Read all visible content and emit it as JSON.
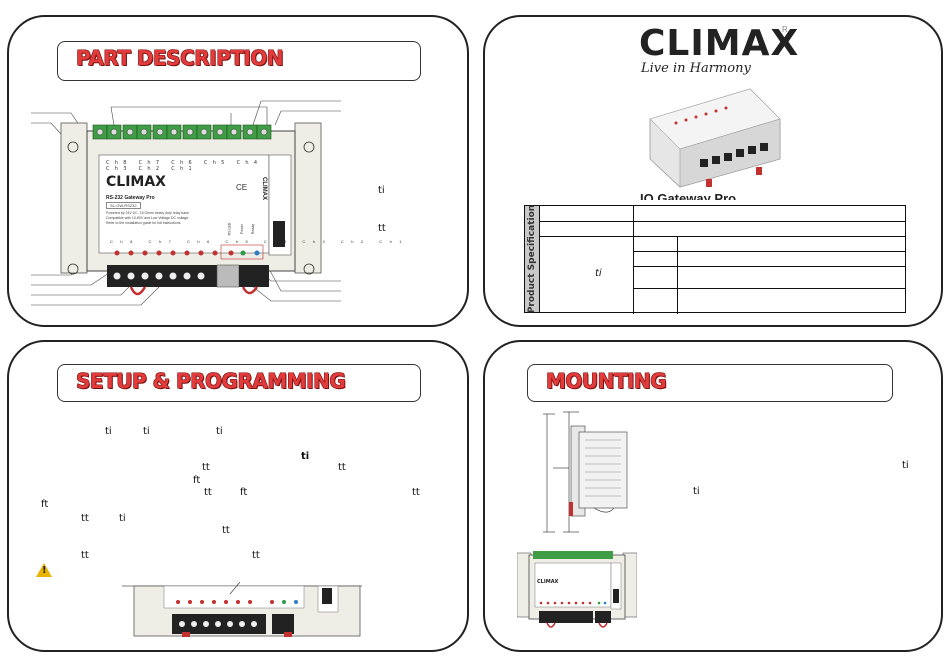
{
  "sections": {
    "part_description": "PART DESCRIPTION",
    "setup_programming": "SETUP & PROGRAMMING",
    "mounting": "MOUNTING"
  },
  "brand": {
    "logo": "CLIMAX",
    "tagline": "Live in Harmony",
    "registered": "R"
  },
  "product_caption": "IO Gateway Pro",
  "spec_table": {
    "side_label": "Product Specification"
  },
  "device": {
    "model": "RS-232 Gateway Pro",
    "serial": "SL-GW-RS232",
    "notes": [
      "Powered by 24V DC, 15 Ohms heavy duty relay base",
      "Compatible with 10-80V and Low Voltage DC voltage",
      "Refer to the installation guide for full instructions"
    ],
    "channels": [
      "Ch8",
      "Ch7",
      "Ch6",
      "Ch5",
      "Ch4",
      "Ch3",
      "Ch2",
      "Ch1"
    ],
    "side_brand": "CLIMAX",
    "ce": "CE",
    "leds": [
      "RS LED",
      "Power",
      "Ready"
    ]
  },
  "text_fragments": [
    {
      "id": "pd1",
      "text": "ti"
    },
    {
      "id": "pd2",
      "text": "tt"
    },
    {
      "id": "ps1",
      "text": "ti"
    },
    {
      "id": "sp1",
      "text": "ti"
    },
    {
      "id": "sp2",
      "text": "ti"
    },
    {
      "id": "sp3",
      "text": "ti"
    },
    {
      "id": "sp4",
      "text": "ti"
    },
    {
      "id": "sp5",
      "text": "tt"
    },
    {
      "id": "sp6",
      "text": "tt"
    },
    {
      "id": "sp7",
      "text": "ft"
    },
    {
      "id": "sp8",
      "text": "tt"
    },
    {
      "id": "sp9",
      "text": "ft"
    },
    {
      "id": "sp10",
      "text": "tt"
    },
    {
      "id": "sp11",
      "text": "ft"
    },
    {
      "id": "sp12",
      "text": "tt"
    },
    {
      "id": "sp13",
      "text": "ti"
    },
    {
      "id": "sp14",
      "text": "tt"
    },
    {
      "id": "sp15",
      "text": "tt"
    },
    {
      "id": "sp16",
      "text": "tt"
    },
    {
      "id": "mt1",
      "text": "ti"
    },
    {
      "id": "mt2",
      "text": "ti"
    }
  ]
}
